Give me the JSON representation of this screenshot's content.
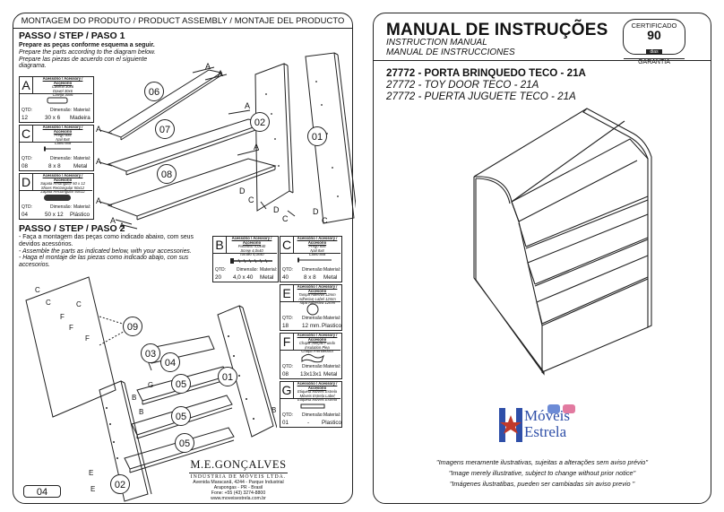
{
  "left_panel": {
    "header": "MONTAGEM DO PRODUTO / PRODUCT ASSEMBLY / MONTAJE DEL PRODUCTO",
    "step1": {
      "title": "PASSO / STEP / PASO 1",
      "text_pt": "Prepare as peças conforme esquema a seguir.",
      "text_en": "Prepare the parts according to the diagram below.",
      "text_es": "Prepare las piezas de acuerdo con el siguiente diagrama."
    },
    "step2": {
      "title": "PASSO / STEP / PASO 2",
      "text_pt": "- Faça a montagem das peças como indicado abaixo, com seus devidos acessórios.",
      "text_en": "- Assemble the parts as indicated below, with your accessories.",
      "text_es": "- Haga el montaje de las piezas como indicado abajo, con sus accesorios."
    },
    "accessory_heading": "Acessório / Acessory / Accesorio",
    "qty_label": "QTD:",
    "dim_label": "Dimensão:",
    "mat_label": "Material:",
    "accessories": [
      {
        "letter": "A",
        "names": [
          "Cavilha 30x6",
          "Dowel 30x6",
          "Clavija 30x6"
        ],
        "qty": "12",
        "dim": "30 x 6",
        "mat": "Madeira"
      },
      {
        "letter": "C",
        "names": [
          "Prego 8x8",
          "Nail 8x8",
          "Clavo 8x8"
        ],
        "qty": "08",
        "dim": "8 x 8",
        "mat": "Metal"
      },
      {
        "letter": "D",
        "names": [
          "Sapata Retangular 50 x 12",
          "Shoes Rectangular 50x12",
          "Zapata Rectangular 50x12"
        ],
        "qty": "04",
        "dim": "50 x 12",
        "mat": "Plástico"
      },
      {
        "letter": "B",
        "names": [
          "Parafuso 4,0x40",
          "Screw 4,0x40",
          "Tornillo 4,0x40"
        ],
        "qty": "20",
        "dim": "4,0 x 40",
        "mat": "Metal"
      },
      {
        "letter": "C",
        "names": [
          "Prego 8x8",
          "Nail 8x8",
          "Clavo 8x8"
        ],
        "qty": "40",
        "dim": "8 x 8",
        "mat": "Metal"
      },
      {
        "letter": "E",
        "names": [
          "Tampa Adesiva 12mm",
          "Adhesive Label 12mm",
          "Tapa Adhesiva 12mm"
        ],
        "qty": "18",
        "dim": "12 mm.",
        "mat": "Plastico"
      },
      {
        "letter": "F",
        "names": [
          "Chapa Junção Fundo",
          "Insulation Plea",
          "Chapa Prendedora"
        ],
        "qty": "08",
        "dim": "13x13x1",
        "mat": "Metal"
      },
      {
        "letter": "G",
        "names": [
          "Etiqueta Móveis Estrela",
          "Móveis Estrela Label",
          "Etiqueta Móveis Estrela"
        ],
        "qty": "01",
        "dim": "-",
        "mat": "Plastico"
      }
    ],
    "piece_labels": [
      "06",
      "07",
      "08",
      "02",
      "01",
      "09",
      "03",
      "04",
      "05",
      "05",
      "05",
      "01",
      "02"
    ],
    "page_number": "04",
    "manufacturer": {
      "name": "M.E.GONÇALVES",
      "subtitle": "INDÚSTRIA DE MÓVEIS LTDA.",
      "address": "Avenida Maracanã, 4244 - Parque Industrial",
      "city": "Arapongas - PR - Brasil",
      "phone": "Fone: +55 (43) 3274-8800",
      "site": "www.moveisestrela.com.br"
    }
  },
  "right_panel": {
    "title": "MANUAL DE INSTRUÇÕES",
    "subtitle_en": "INSTRUCTION MANUAL",
    "subtitle_es": "MANUAL DE INSTRUCCIONES",
    "certificate": {
      "label": "CERTIFICADO",
      "days": "90",
      "days_unit": "dias",
      "warranty": "GARANTIA"
    },
    "product_pt": "27772 - PORTA BRINQUEDO TECO - 21A",
    "product_en": "27772 - TOY DOOR TECO - 21A",
    "product_es": "27772 - PUERTA JUGUETE TECO - 21A",
    "brand_line1": "Móveis",
    "brand_line2": "Estrela",
    "disclaimer_pt": "\"Imagens meramente ilustrativas, sujeitas a alterações sem aviso prévio\"",
    "disclaimer_en": "\"Image merely illustrative, subject to change without prior notice\"",
    "disclaimer_es": "\"Imágenes ilustratibas, pueden ser cambiadas sin aviso previo \""
  },
  "colors": {
    "line": "#222222",
    "brand_blue": "#2f4fa8",
    "brand_red": "#c0392b"
  }
}
